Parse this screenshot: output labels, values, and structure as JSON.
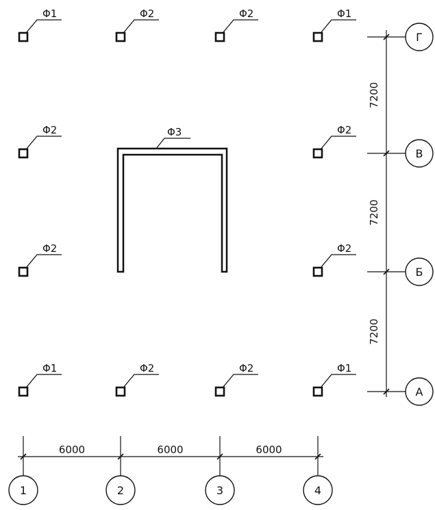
{
  "drawing": {
    "columns": [
      {
        "row": 0,
        "col": 0,
        "mark": "Φ1"
      },
      {
        "row": 0,
        "col": 1,
        "mark": "Φ2"
      },
      {
        "row": 0,
        "col": 2,
        "mark": "Φ2"
      },
      {
        "row": 0,
        "col": 3,
        "mark": "Φ1"
      },
      {
        "row": 1,
        "col": 0,
        "mark": "Φ2"
      },
      {
        "row": 1,
        "col": 3,
        "mark": "Φ2"
      },
      {
        "row": 2,
        "col": 0,
        "mark": "Φ2"
      },
      {
        "row": 2,
        "col": 3,
        "mark": "Φ2"
      },
      {
        "row": 3,
        "col": 0,
        "mark": "Φ1"
      },
      {
        "row": 3,
        "col": 1,
        "mark": "Φ2"
      },
      {
        "row": 3,
        "col": 2,
        "mark": "Φ2"
      },
      {
        "row": 3,
        "col": 3,
        "mark": "Φ1"
      }
    ],
    "frame_mark": "Φ3",
    "axes_letters": [
      "Г",
      "В",
      "Б",
      "А"
    ],
    "axes_numbers": [
      "1",
      "2",
      "3",
      "4"
    ],
    "spans_x": [
      "6000",
      "6000",
      "6000"
    ],
    "spans_y": [
      "7200",
      "7200",
      "7200"
    ]
  }
}
